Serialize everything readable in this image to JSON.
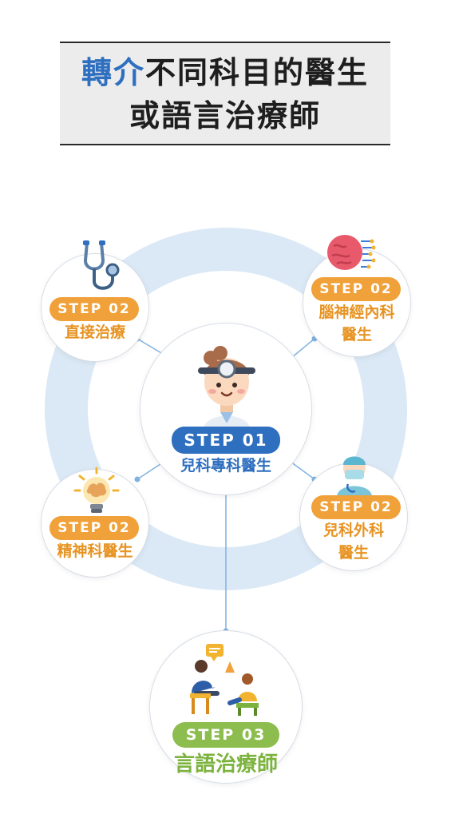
{
  "title": {
    "line1_highlight": "轉介",
    "line1_rest": "不同科目的醫生",
    "line2": "或語言治療師"
  },
  "center": {
    "step": "STEP 01",
    "label": "兒科專科醫生"
  },
  "nodes": {
    "direct": {
      "step": "STEP 02",
      "label": "直接治療"
    },
    "neuro": {
      "step": "STEP 02",
      "label_l1": "腦神經內科",
      "label_l2": "醫生"
    },
    "psych": {
      "step": "STEP 02",
      "label": "精神科醫生"
    },
    "surgery": {
      "step": "STEP 02",
      "label_l1": "兒科外科",
      "label_l2": "醫生"
    },
    "speech": {
      "step": "STEP 03",
      "label": "言語治療師"
    }
  },
  "colors": {
    "orange": "#f0a13a",
    "blue": "#2f6fc0",
    "green": "#8cbd4e",
    "ring": "#dbe9f6",
    "connector": "#7fb2e0"
  },
  "icons": {
    "direct": "stethoscope-icon",
    "neuro": "brain-circuit-icon",
    "center": "pediatrician-icon",
    "psych": "lightbulb-brain-icon",
    "surgery": "surgeon-icon",
    "speech": "speech-therapy-icon"
  }
}
